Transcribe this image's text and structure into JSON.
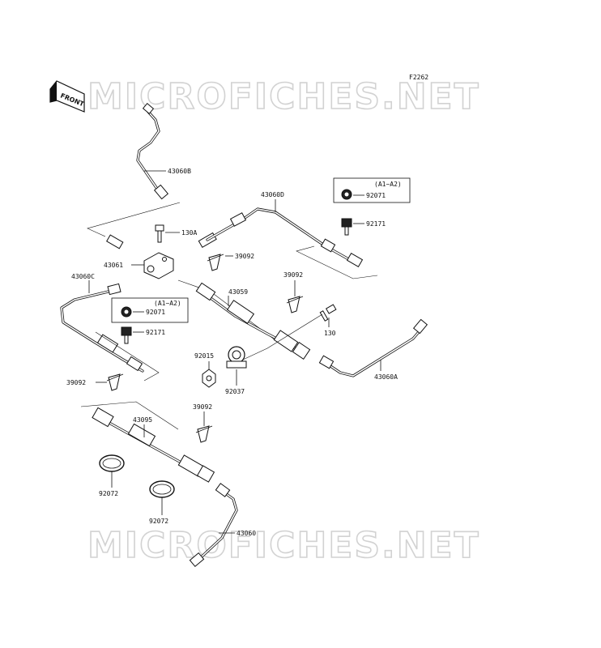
{
  "figure_code": "F2262",
  "front_label": "FRONT",
  "watermark": "MICROFICHES.NET",
  "labels": {
    "p43060B": "43060B",
    "p43060D": "43060D",
    "p130A": "130A",
    "p43061": "43061",
    "p39092_a": "39092",
    "p43060C": "43060C",
    "p43059": "43059",
    "p39092_b": "39092",
    "variant_a": "(A1~A2)",
    "p92071_a": "92071",
    "p92171_a": "92171",
    "variant_b": "(A1~A2)",
    "p92071_b": "92071",
    "p92171_b": "92171",
    "p130": "130",
    "p92015": "92015",
    "p92037": "92037",
    "p39092_c": "39092",
    "p43060A": "43060A",
    "p43095": "43095",
    "p39092_d": "39092",
    "p92072_a": "92072",
    "p92072_b": "92072",
    "p43060": "43060"
  }
}
